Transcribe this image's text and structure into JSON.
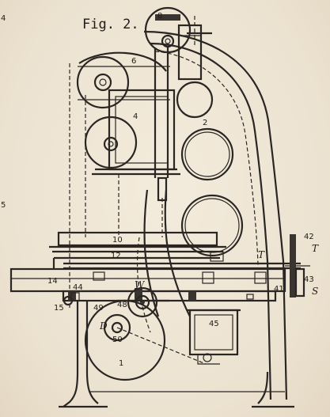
{
  "figure": {
    "title": "Fig. 2.",
    "margin_marks": [
      "4",
      "5"
    ],
    "part_labels": {
      "p1": "1",
      "p2": "2",
      "p4": "4",
      "p6": "6",
      "p8": "8",
      "p10": "10",
      "p12": "12",
      "p14": "14",
      "p15": "15",
      "p41": "41",
      "p42": "42",
      "p43": "43",
      "p44": "44",
      "p45": "45",
      "p48": "48",
      "p49": "49",
      "p50": "50",
      "T_left": "T",
      "T_right": "T",
      "S": "S",
      "W": "W",
      "D": "D"
    }
  },
  "colors": {
    "paper": "#efe6d6",
    "ink": "#2a2623"
  }
}
